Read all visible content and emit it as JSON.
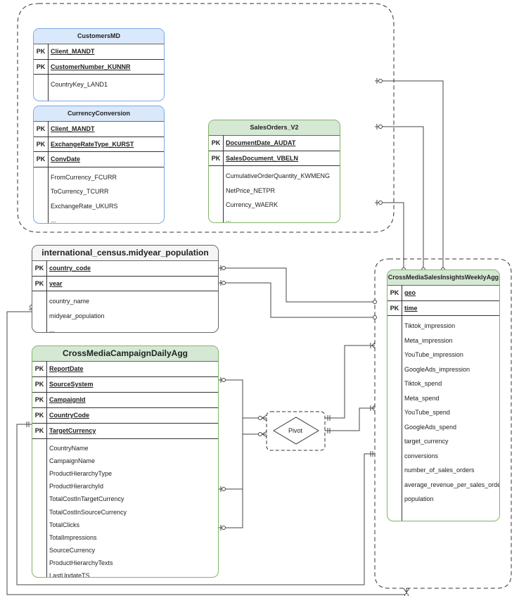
{
  "entities": {
    "customers_md": {
      "title": "CustomersMD",
      "pk": [
        "Client_MANDT",
        "CustomerNumber_KUNNR"
      ],
      "fields": [
        "CountryKey_LAND1",
        "..."
      ]
    },
    "currency_conversion": {
      "title": "CurrencyConversion",
      "pk": [
        "Client_MANDT",
        "ExchangeRateType_KURST",
        "ConvDate"
      ],
      "fields": [
        "FromCurrency_FCURR",
        "ToCurrency_TCURR",
        "ExchangeRate_UKURS",
        "..."
      ]
    },
    "sales_orders": {
      "title": "SalesOrders_V2",
      "pk": [
        "DocumentDate_AUDAT",
        "SalesDocument_VBELN"
      ],
      "fields": [
        "CumulativeOrderQuantity_KWMENG",
        "NetPrice_NETPR",
        "Currency_WAERK",
        "..."
      ]
    },
    "census": {
      "title": "international_census.midyear_population",
      "pk": [
        "country_code",
        "year"
      ],
      "fields": [
        "country_name",
        "midyear_population",
        "..."
      ]
    },
    "campaign_daily": {
      "title": "CrossMediaCampaignDailyAgg",
      "pk": [
        "ReportDate",
        "SourceSystem",
        "CampaignId",
        "CountryCode",
        "TargetCurrency"
      ],
      "fields": [
        "CountryName",
        "CampaignName",
        "ProductHierarchyType",
        "ProductHierarchyId",
        "TotalCostInTargetCurrency",
        "TotalCostInSourceCurrency",
        "TotalClicks",
        "TotalImpressions",
        "SourceCurrency",
        "ProductHierarchyTexts",
        "LastUpdateTS"
      ]
    },
    "sales_insights": {
      "title": "CrossMediaSalesInsightsWeeklyAgg",
      "pk": [
        "geo",
        "time"
      ],
      "fields": [
        "Tiktok_impression",
        "Meta_impression",
        "YouTube_impression",
        "GoogleAds_impression",
        "Tiktok_spend",
        "Meta_spend",
        "YouTube_spend",
        "GoogleAds_spend",
        "target_currency",
        "conversions",
        "number_of_sales_orders",
        "average_revenue_per_sales_order",
        "population"
      ]
    }
  },
  "pk_label": "PK",
  "pivot": {
    "label": "Pivot"
  },
  "colors": {
    "blue_header": "#dae8fc",
    "green_header": "#d5e8d4",
    "grey_header": "#f5f5f5"
  }
}
